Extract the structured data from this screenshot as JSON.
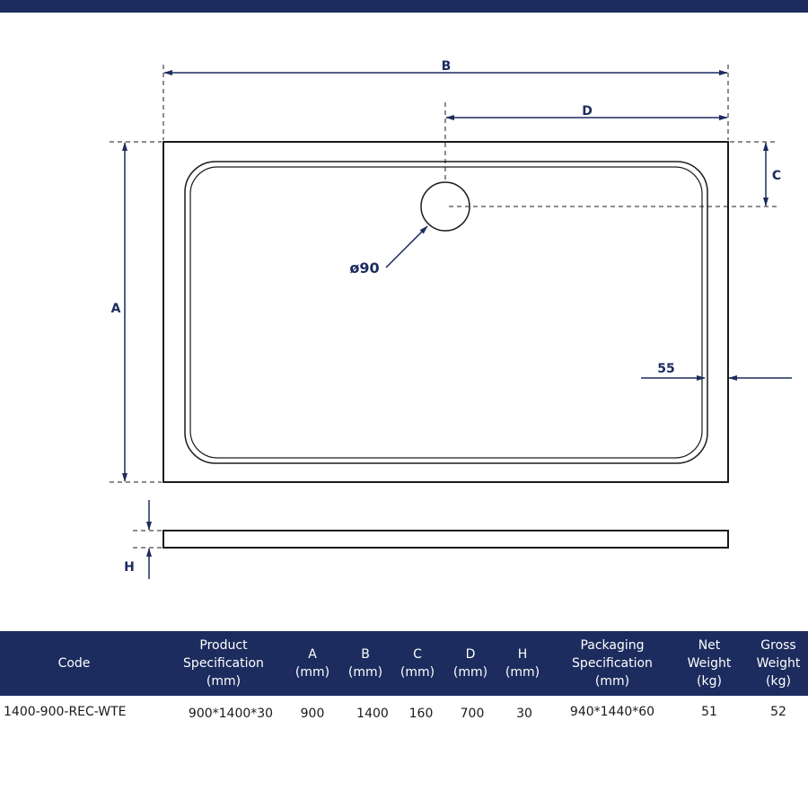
{
  "diagram": {
    "labels": {
      "a": "A",
      "b": "B",
      "c": "C",
      "d": "D",
      "h": "H",
      "waste_diameter": "ø90",
      "rim_width": "55"
    }
  },
  "spec_table": {
    "columns": [
      "Code",
      "Product\nSpecification\n(mm)",
      "A\n(mm)",
      "B\n(mm)",
      "C\n(mm)",
      "D\n(mm)",
      "H\n(mm)",
      "Packaging\nSpecification\n(mm)",
      "Net\nWeight\n(kg)",
      "Gross\nWeight\n(kg)"
    ],
    "rows": [
      [
        "1400-900-REC-WTE",
        "900*1400*30",
        "900",
        "1400",
        "160",
        "700",
        "30",
        "940*1440*60",
        "51",
        "52"
      ]
    ]
  },
  "colors": {
    "accent": "#1c2c5e",
    "line": "#1a1a1a"
  }
}
